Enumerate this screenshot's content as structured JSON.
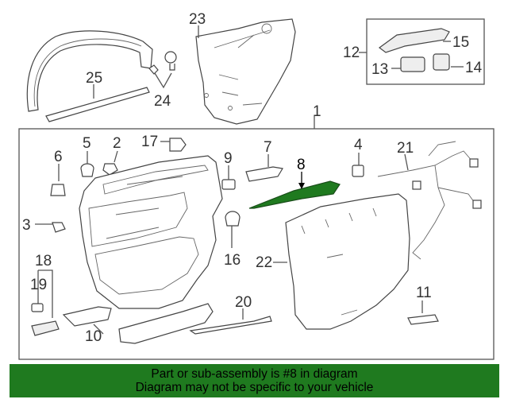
{
  "callouts": [
    "1",
    "2",
    "3",
    "4",
    "5",
    "6",
    "7",
    "8",
    "9",
    "10",
    "11",
    "12",
    "13",
    "14",
    "15",
    "16",
    "17",
    "18",
    "19",
    "20",
    "21",
    "22",
    "23",
    "24",
    "25"
  ],
  "highlighted_part": "8",
  "highlight_color": "#1f7a1f",
  "banner": {
    "line1": "Part or sub-assembly is #8 in diagram",
    "line2": "Diagram may not be specific to your vehicle"
  }
}
